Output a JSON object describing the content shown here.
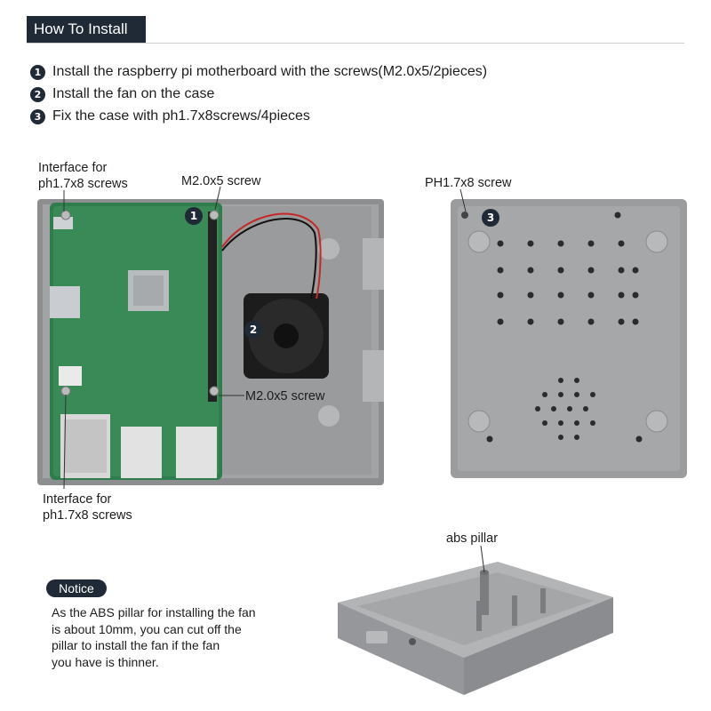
{
  "header": {
    "title": "How To Install"
  },
  "steps": [
    {
      "num": "1",
      "text": "Install the raspberry pi motherboard with the  screws(M2.0x5/2pieces)"
    },
    {
      "num": "2",
      "text": "Install the fan on the case"
    },
    {
      "num": "3",
      "text": "Fix the case with ph1.7x8screws/4pieces"
    }
  ],
  "labels": {
    "interface_top": [
      "Interface for",
      "ph1.7x8 screws"
    ],
    "m2_top": "M2.0x5 screw",
    "m2_bottom": "M2.0x5 screw",
    "ph_screw": "PH1.7x8 screw",
    "interface_bottom": [
      "Interface for",
      "ph1.7x8 screws"
    ],
    "abs_pillar": "abs pillar"
  },
  "badges": [
    "1",
    "2",
    "3"
  ],
  "notice": {
    "title": "Notice",
    "lines": [
      "As the ABS pillar for installing the fan",
      "is about 10mm, you can cut off the",
      "pillar to install the fan if the fan",
      "you have is thinner."
    ]
  },
  "colors": {
    "header_bg": "#1f2a36",
    "case_gray": "#9b9c9e",
    "board_green": "#2f7d4d",
    "fan_black": "#1c1c1c"
  }
}
